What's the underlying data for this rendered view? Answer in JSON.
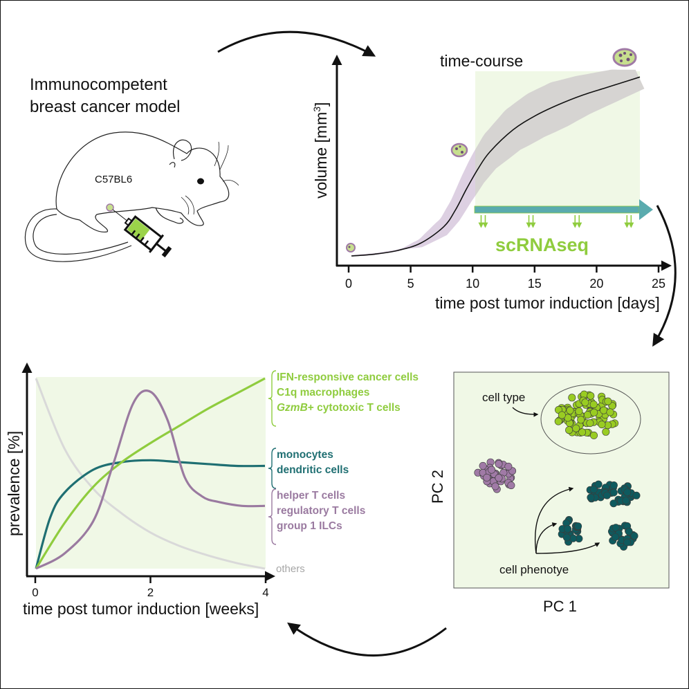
{
  "panels": {
    "model": {
      "title_line1": "Immunocompetent",
      "title_line2": "breast cancer model",
      "strain_label": "C57BL6"
    },
    "growth": {
      "title": "time-course",
      "ylabel_main": "volume [mm",
      "ylabel_sup": "3",
      "ylabel_end": "]",
      "xlabel": "time post tumor induction [days]",
      "xticks": [
        "0",
        "5",
        "10",
        "15",
        "20",
        "25"
      ],
      "sampling_label": "scRNAseq"
    },
    "prevalence": {
      "ylabel": "prevalence [%]",
      "xlabel": "time post tumor induction [weeks]",
      "xticks": [
        "0",
        "2",
        "4"
      ],
      "groups": [
        {
          "name": "green",
          "labels": [
            "IFN-responsive cancer cells",
            "C1q macrophages",
            "GzmB+ cytotoxic T cells"
          ],
          "italic_prefix": "GzmB",
          "color": "#8fcc3e"
        },
        {
          "name": "teal",
          "labels": [
            "monocytes",
            "dendritic cells"
          ],
          "color": "#1f6f72"
        },
        {
          "name": "purple",
          "labels": [
            "helper T cells",
            "regulatory T cells",
            "group 1 ILCs"
          ],
          "color": "#9a7aa0"
        },
        {
          "name": "others",
          "labels": [
            "others"
          ],
          "color": "#a6a6a6"
        }
      ]
    },
    "pca": {
      "xlabel": "PC 1",
      "ylabel": "PC 2",
      "annotation_type": "cell type",
      "annotation_phenotype": "cell phenotye"
    }
  },
  "colors": {
    "light_green_bg": "#f0f8e6",
    "green": "#8fcc3e",
    "scatter_green": "#99cc22",
    "teal": "#1f6f72",
    "scatter_teal": "#0e5a5e",
    "purple": "#9a7aa0",
    "scatter_purple": "#a07aa6",
    "grey_band": "#d6d4d2",
    "lilac_band": "#ddd0e2",
    "arrow_teal": "#5aabae"
  },
  "chart_data": [
    {
      "type": "line",
      "title": "time-course",
      "xlabel": "time post tumor induction [days]",
      "ylabel": "volume [mm3]",
      "xlim": [
        0,
        26
      ],
      "x_ticks": [
        0,
        5,
        10,
        15,
        20,
        25
      ],
      "y_ticks": [],
      "series": [
        {
          "name": "tumor volume (mean)",
          "x": [
            0,
            2,
            4,
            6,
            8,
            9,
            10,
            11,
            12,
            14,
            16,
            18,
            20,
            22,
            24,
            25
          ],
          "y": [
            0.0,
            0.01,
            0.03,
            0.07,
            0.16,
            0.25,
            0.37,
            0.48,
            0.57,
            0.69,
            0.77,
            0.83,
            0.88,
            0.92,
            0.96,
            0.98
          ]
        }
      ],
      "shaded_interval_days": [
        11,
        25
      ],
      "scRNAseq_sampling_days": [
        11,
        15.5,
        19.5,
        24
      ]
    },
    {
      "type": "line",
      "xlabel": "time post tumor induction [weeks]",
      "ylabel": "prevalence [%]",
      "xlim": [
        0,
        4
      ],
      "x_ticks": [
        0,
        2,
        4
      ],
      "series": [
        {
          "name": "IFN-responsive cancer cells / C1q macrophages / GzmB+ cytotoxic T cells",
          "x": [
            0,
            0.5,
            1,
            1.5,
            2,
            2.5,
            3,
            3.5,
            4
          ],
          "y": [
            0.0,
            0.24,
            0.43,
            0.56,
            0.66,
            0.75,
            0.84,
            0.92,
            1.0
          ]
        },
        {
          "name": "monocytes / dendritic cells",
          "x": [
            0,
            0.25,
            0.5,
            1,
            1.5,
            2,
            2.5,
            3,
            3.5,
            4
          ],
          "y": [
            0.0,
            0.27,
            0.4,
            0.52,
            0.56,
            0.57,
            0.56,
            0.55,
            0.54,
            0.54
          ]
        },
        {
          "name": "helper T cells / regulatory T cells / group 1 ILCs",
          "x": [
            0,
            0.5,
            1,
            1.35,
            1.7,
            2,
            2.3,
            2.6,
            2.9,
            3.2,
            3.6,
            4
          ],
          "y": [
            0.0,
            0.08,
            0.25,
            0.55,
            0.87,
            0.93,
            0.78,
            0.48,
            0.38,
            0.35,
            0.33,
            0.33
          ]
        },
        {
          "name": "others",
          "x": [
            0,
            0.5,
            1,
            1.5,
            2,
            2.5,
            3,
            3.5,
            4
          ],
          "y": [
            1.0,
            0.63,
            0.42,
            0.29,
            0.19,
            0.12,
            0.07,
            0.03,
            0.0
          ]
        }
      ]
    },
    {
      "type": "scatter",
      "xlabel": "PC 1",
      "ylabel": "PC 2",
      "series": [
        {
          "name": "cell type cluster (green)",
          "center": [
            0.62,
            0.8
          ],
          "spread": [
            0.14,
            0.1
          ],
          "n": 90
        },
        {
          "name": "purple cluster",
          "center": [
            0.2,
            0.52
          ],
          "spread": [
            0.09,
            0.07
          ],
          "n": 38
        },
        {
          "name": "teal phenotype 1",
          "center": [
            0.74,
            0.44
          ],
          "spread": [
            0.12,
            0.05
          ],
          "n": 45
        },
        {
          "name": "teal phenotype 2",
          "center": [
            0.55,
            0.26
          ],
          "spread": [
            0.05,
            0.06
          ],
          "n": 25
        },
        {
          "name": "teal phenotype 3",
          "center": [
            0.78,
            0.24
          ],
          "spread": [
            0.06,
            0.06
          ],
          "n": 25
        }
      ]
    }
  ]
}
